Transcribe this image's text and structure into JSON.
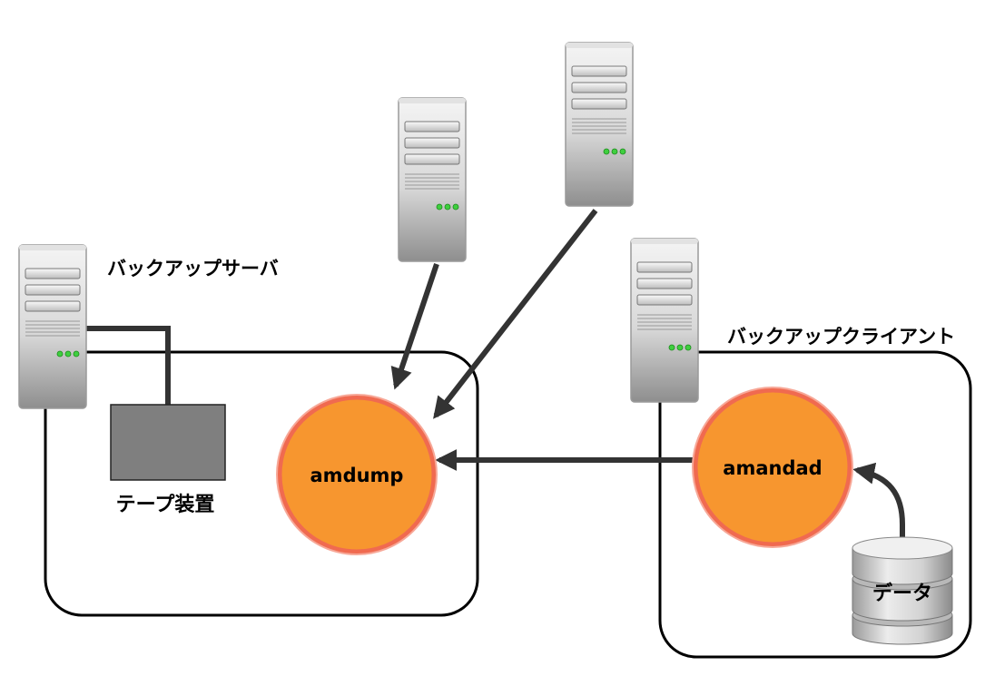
{
  "labels": {
    "backup_server": "バックアップサーバ",
    "backup_client": "バックアップクライアント",
    "tape_device": "テープ装置",
    "data_store": "データ"
  },
  "nodes": {
    "amdump": "amdump",
    "amandad": "amandad"
  },
  "colors": {
    "process_fill": "#f7962f",
    "process_stroke": "#f06a50",
    "tape_fill": "#7f7f7f",
    "arrow": "#333333"
  }
}
